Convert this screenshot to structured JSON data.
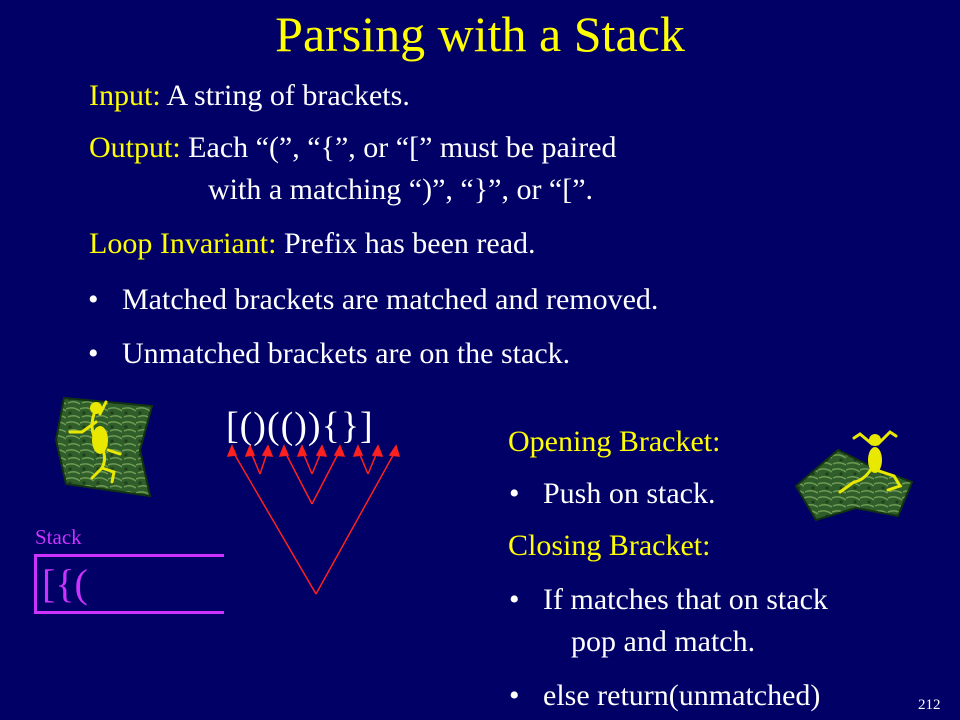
{
  "slide": {
    "title": "Parsing with a Stack",
    "input_label": "Input:",
    "input_text": "A string of brackets.",
    "output_label": "Output:",
    "output_line1": "Each “(”, “{”, or “[” must be paired",
    "output_line2": "with a matching “)”, “}”, or “[”.",
    "invariant_label": "Loop Invariant:",
    "invariant_text": "Prefix has been read.",
    "bullets": [
      "Matched brackets are matched and removed.",
      "Unmatched brackets are on the stack."
    ],
    "bracket_string": "[()(()){}]",
    "stack_label": "Stack",
    "stack_contents": "[{(",
    "opening_label": "Opening Bracket:",
    "opening_bullet": "Push on stack.",
    "closing_label": "Closing Bracket:",
    "closing_bullet_line1": "If matches that on stack",
    "closing_bullet_line2": "pop and match.",
    "else_bullet": "else return(unmatched)",
    "slide_number": "212"
  },
  "colors": {
    "background": "#000066",
    "heading": "#ffff00",
    "text": "#ffffff",
    "stack": "#cc33ff",
    "arrows": "#ff2020"
  },
  "icons": [
    "frog-on-lily-pad-left",
    "frog-on-lily-pad-right"
  ]
}
